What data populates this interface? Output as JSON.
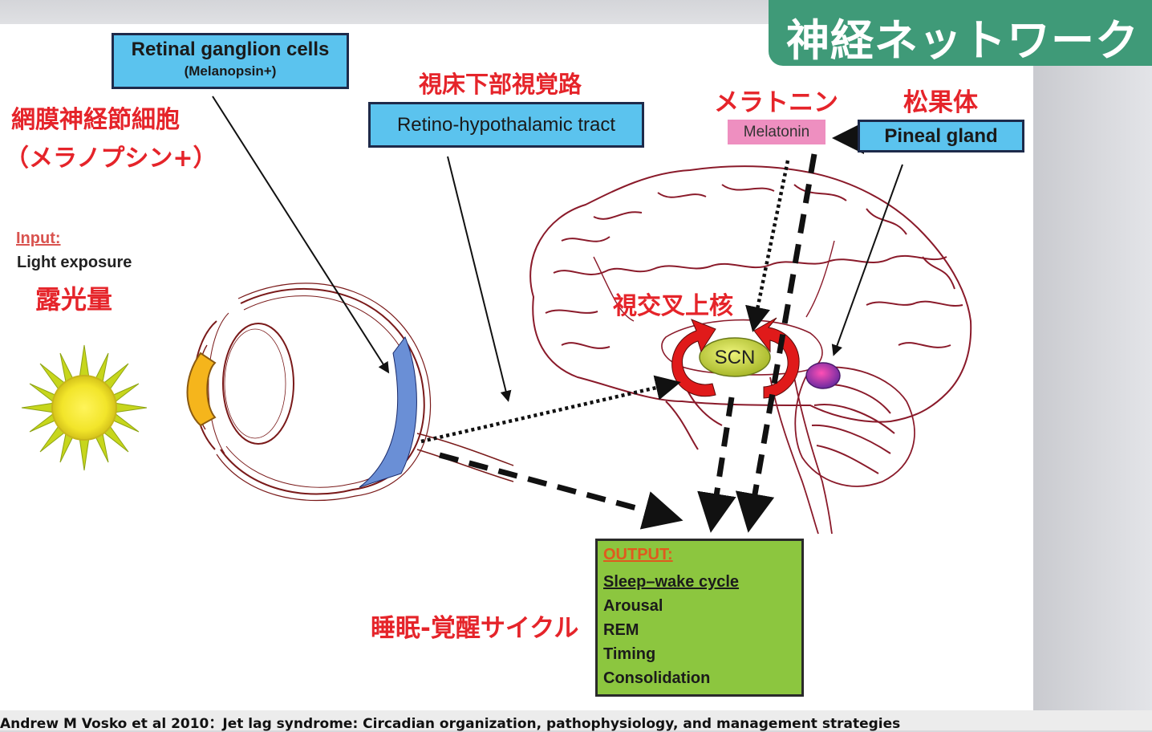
{
  "banner": {
    "title": "神経ネットワーク",
    "color": "#3f9a78"
  },
  "labels": {
    "rgc_title": "Retinal ganglion cells",
    "rgc_sub": "(Melanopsin+)",
    "rht": "Retino-hypothalamic tract",
    "pineal": "Pineal gland",
    "melatonin": "Melatonin",
    "scn": "SCN",
    "input_label": "Input:",
    "input_text": "Light exposure"
  },
  "japanese_labels": {
    "rgc_line1": "網膜神経節細胞",
    "rgc_line2": "（メラノプシン+）",
    "rht": "視床下部視覚路",
    "melatonin": "メラトニン",
    "pineal": "松果体",
    "scn": "視交叉上核",
    "light": "露光量",
    "sleep_cycle": "睡眠-覚醒サイクル"
  },
  "output": {
    "title": "OUTPUT:",
    "items": [
      "Sleep–wake cycle",
      "Arousal",
      "REM",
      "Timing",
      "Consolidation"
    ]
  },
  "citation": "Andrew M Vosko et al 2010：Jet lag syndrome: Circadian organization, pathophysiology, and management strategies",
  "colors": {
    "box_blue": "#5bc3ee",
    "output_green": "#8cc63f",
    "japanese_red": "#e5242a",
    "melatonin_pink": "#ee8fc0",
    "scn_green": "#c8d63a",
    "sun_yellow": "#f2e52a"
  },
  "icons": [
    "sun-icon",
    "eye-illustration",
    "brain-illustration",
    "pineal-gland-dot",
    "cycle-arrows-icon"
  ]
}
